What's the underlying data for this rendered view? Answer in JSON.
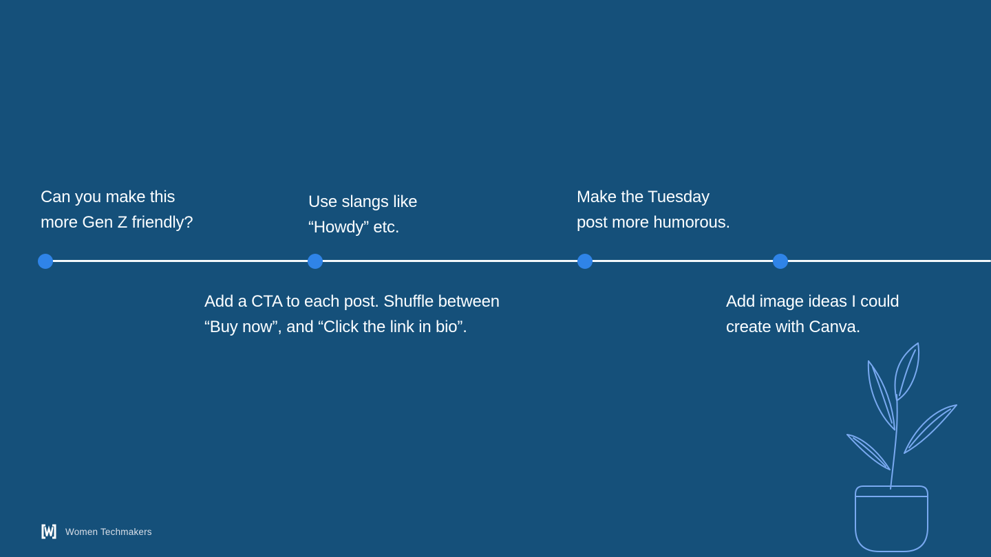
{
  "slide": {
    "kind": "timeline-slide",
    "colors": {
      "background": "#15507a",
      "timeline_line": "#f4f8fa",
      "timeline_dot": "#2f84e8",
      "text": "#fafdff",
      "plant_outline": "#79a9f0",
      "footer_text": "#d9dfe8"
    }
  },
  "timeline": {
    "dot_count": 4,
    "above_labels": [
      {
        "text": "Can you make this\nmore Gen Z friendly?"
      },
      {
        "text": "Use slangs like\n“Howdy” etc."
      },
      {
        "text": "Make the Tuesday\npost more humorous."
      }
    ],
    "below_labels": [
      {
        "text": "Add a CTA to each post. Shuffle between\n“Buy now”, and “Click the link in bio”."
      },
      {
        "text": "Add image ideas I could\ncreate with Canva."
      }
    ]
  },
  "footer": {
    "brand": "Women Techmakers"
  },
  "icons": {
    "logo": "women-techmakers-bracket-w-icon",
    "illustration": "potted-plant-line-icon"
  }
}
